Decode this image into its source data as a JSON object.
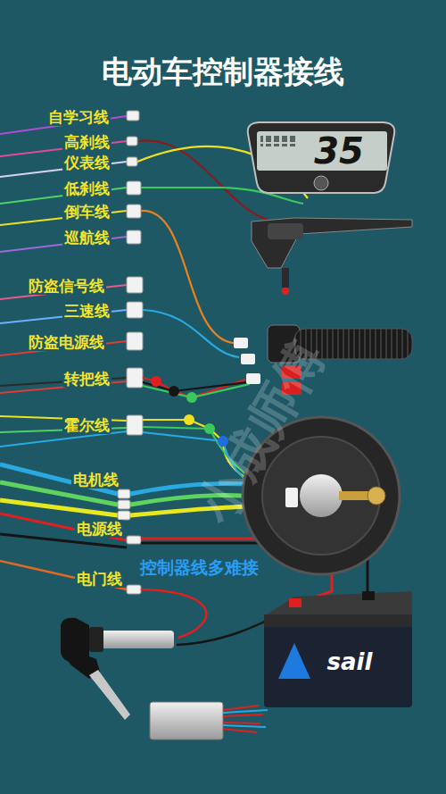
{
  "diagram": {
    "title": "电动车控制器接线",
    "nodes": [
      {
        "text": [
          "35"
        ]
      },
      {
        "text": [
          "sail"
        ]
      }
    ],
    "labels": [
      "自学习线",
      "高刹线",
      "仪表线",
      "低刹线",
      "倒车线",
      "巡航线",
      "防盗信号线",
      "三速线",
      "防盗电源线",
      "转把线",
      "霍尔线",
      "电机线",
      "电源线",
      "电门线",
      "控制器线多难接",
      "小成师傅"
    ]
  }
}
